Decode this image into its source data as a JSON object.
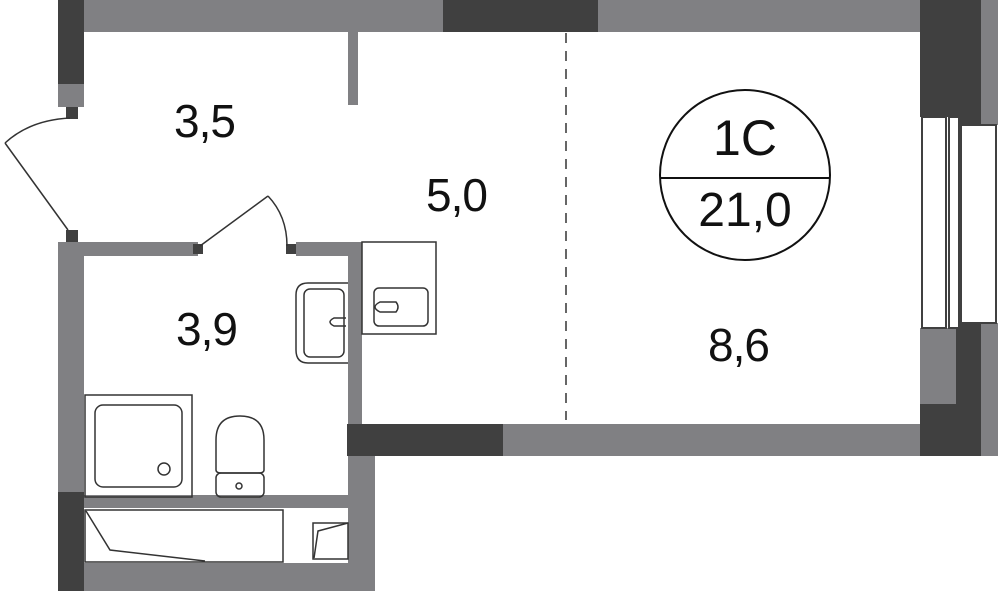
{
  "plan": {
    "apartment_type": "1С",
    "total_area": "21,0",
    "rooms": [
      {
        "id": "hallway",
        "area": "3,5"
      },
      {
        "id": "kitchen",
        "area": "5,0"
      },
      {
        "id": "bathroom",
        "area": "3,9"
      },
      {
        "id": "living",
        "area": "8,6"
      }
    ]
  },
  "colors": {
    "wall": "#808083",
    "load_bearing_wall": "#404040",
    "line": "#333333",
    "background": "#ffffff"
  }
}
